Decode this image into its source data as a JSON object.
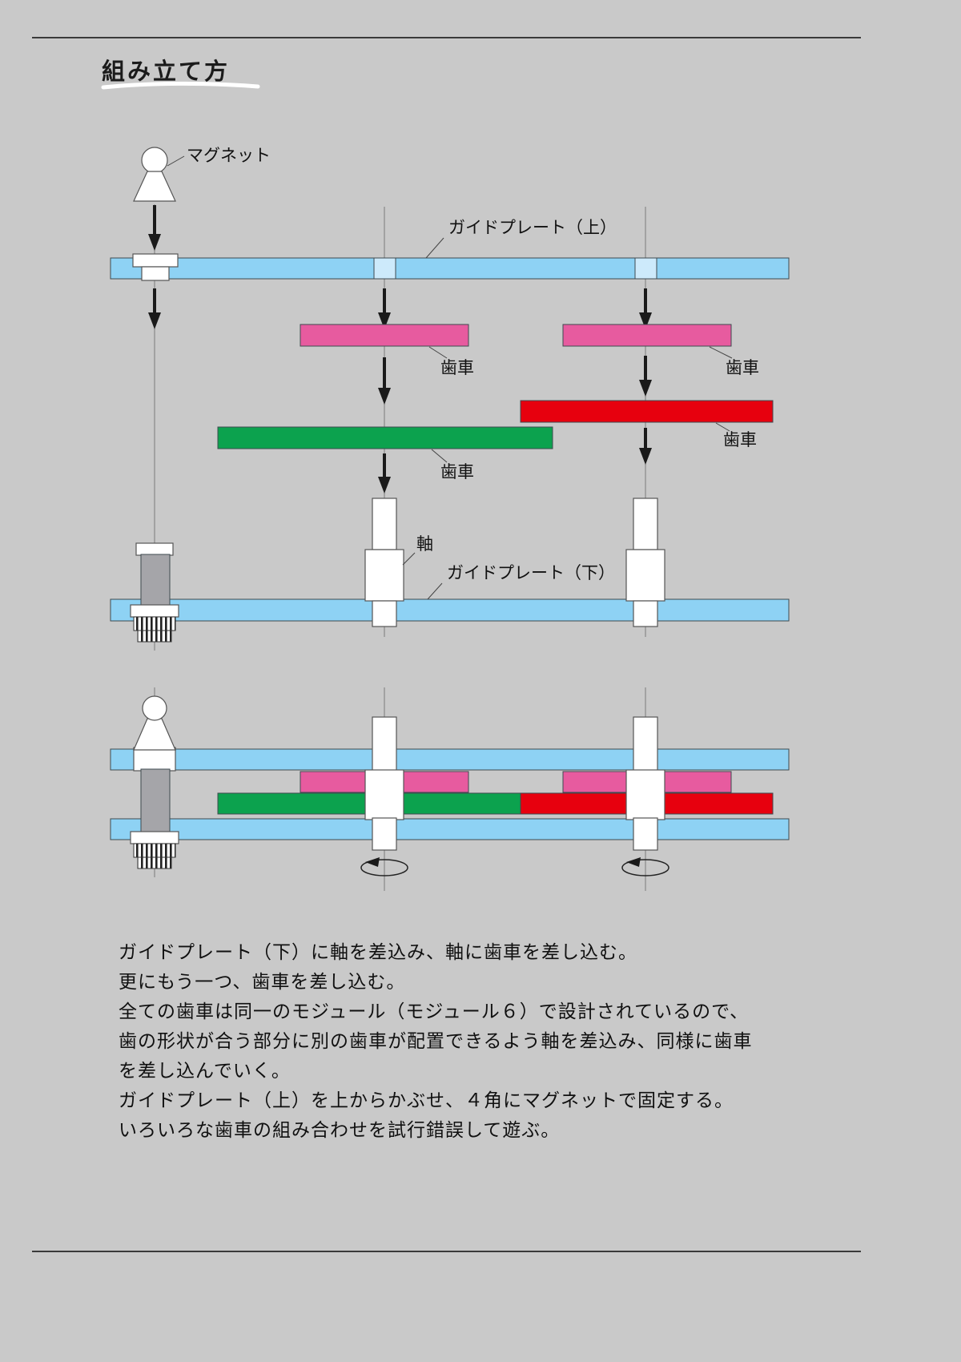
{
  "page": {
    "title": "組み立て方",
    "background": "#c9c9c9"
  },
  "colors": {
    "plate_blue": "#8ed2f4",
    "plate_hole": "#cdeafb",
    "gear_pink": "#e75b9f",
    "gear_red": "#e7000e",
    "gear_green": "#0ca24e",
    "part_gray": "#a5a5a9",
    "part_white": "#ffffff"
  },
  "labels": {
    "magnet": "マグネット",
    "guide_plate_top": "ガイドプレート（上）",
    "guide_plate_bottom": "ガイドプレート（下）",
    "gear": "歯車",
    "shaft": "軸"
  },
  "instructions": {
    "lines": [
      "ガイドプレート（下）に軸を差込み、軸に歯車を差し込む。",
      "更にもう一つ、歯車を差し込む。",
      "全ての歯車は同一のモジュール（モジュール６）で設計されているので、",
      "歯の形状が合う部分に別の歯車が配置できるよう軸を差込み、同様に歯車",
      "を差し込んでいく。",
      "ガイドプレート（上）を上からかぶせ、４角にマグネットで固定する。",
      "いろいろな歯車の組み合わせを試行錯誤して遊ぶ。"
    ]
  }
}
